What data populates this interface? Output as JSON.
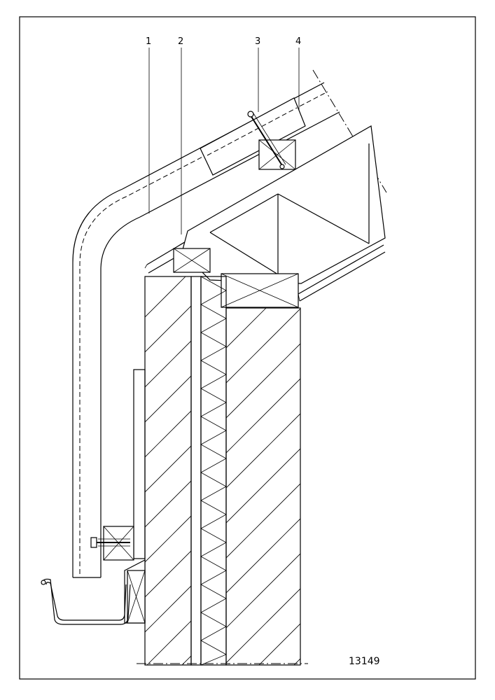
{
  "callouts": [
    {
      "label": "1"
    },
    {
      "label": "2"
    },
    {
      "label": "3"
    },
    {
      "label": "4"
    }
  ],
  "drawing_number": "13149"
}
